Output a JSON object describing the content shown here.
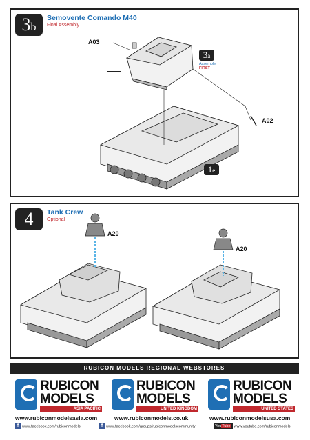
{
  "step3b": {
    "number": "3",
    "letter": "b",
    "title": "Semovente Comando M40",
    "subtitle": "Final Assembly",
    "parts": {
      "a03": "A03",
      "a02": "A02"
    },
    "ref_3a": {
      "number": "3",
      "letter": "a",
      "assemble": "Assemble",
      "first": "FIRST"
    },
    "ref_1e": {
      "number": "1",
      "letter": "e"
    }
  },
  "step4": {
    "number": "4",
    "title": "Tank Crew",
    "subtitle": "Optional",
    "parts": {
      "left": "A20",
      "right": "A20"
    }
  },
  "footer": {
    "banner": "RUBICON MODELS REGIONAL WEBSTORES",
    "stores": [
      {
        "name1": "RUBICON",
        "name2": "MODELS",
        "region": "ASIA PACIFIC",
        "site": "www.rubiconmodelsasia.com",
        "social": "www.facebook.com/rubiconmodels",
        "social_icon": "facebook-icon"
      },
      {
        "name1": "RUBICON",
        "name2": "MODELS",
        "region": "UNITED KINGDOM",
        "site": "www.rubiconmodels.co.uk",
        "social": "www.facebook.com/groups/rubiconmodelscommunity",
        "social_icon": "facebook-icon"
      },
      {
        "name1": "RUBICON",
        "name2": "MODELS",
        "region": "UNITED STATES",
        "site": "www.rubiconmodelsusa.com",
        "social": "www.youtube.com/rubiconmodels",
        "social_icon": "youtube-icon"
      }
    ]
  },
  "colors": {
    "accent_blue": "#1f6fb4",
    "accent_red": "#c0282d",
    "dark": "#222222"
  }
}
